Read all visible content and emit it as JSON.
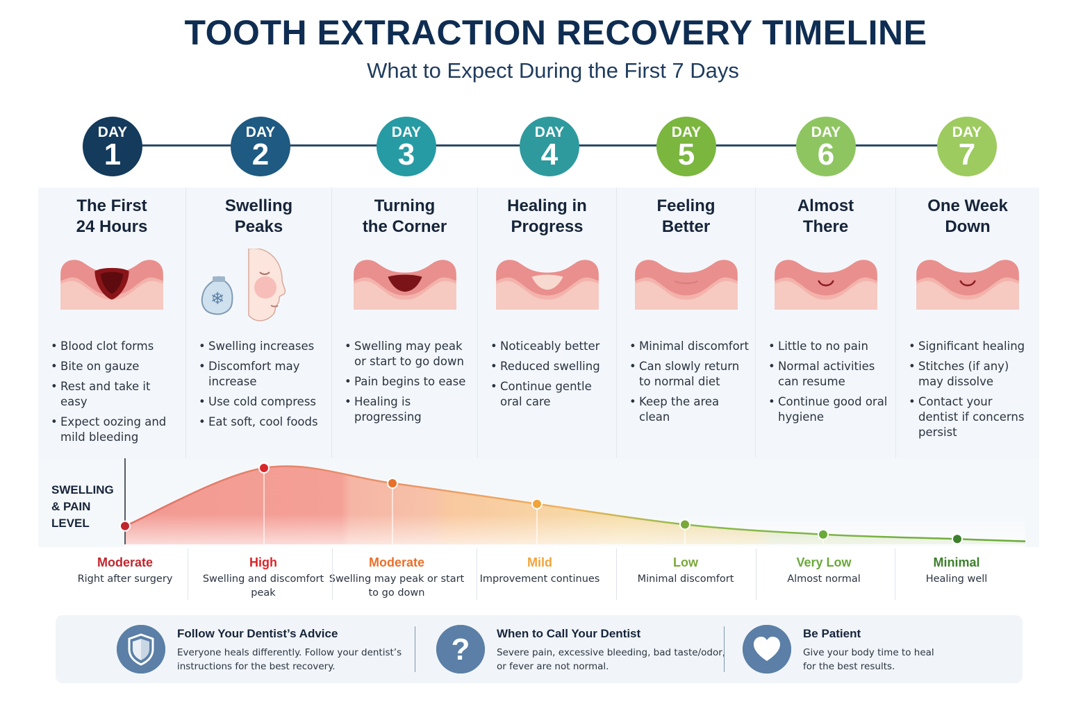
{
  "header": {
    "title": "TOOTH EXTRACTION RECOVERY TIMELINE",
    "subtitle": "What to Expect During the First 7 Days"
  },
  "colors": {
    "day1": "#143a5c",
    "day2": "#1e5a82",
    "day3": "#269ba3",
    "day4": "#2e9a9d",
    "day5": "#7bb63f",
    "day6": "#8ec561",
    "day7": "#9dcb5f"
  },
  "days": [
    {
      "day_word": "DAY",
      "number": "1",
      "title_lines": [
        "The First",
        "24 Hours"
      ],
      "illustration": "extraction-socket-fresh-icon",
      "bullets": [
        "Blood clot forms",
        "Bite on gauze",
        "Rest and take it easy",
        "Expect oozing and mild bleeding"
      ]
    },
    {
      "day_word": "DAY",
      "number": "2",
      "title_lines": [
        "Swelling",
        "Peaks"
      ],
      "illustration": "swollen-face-ice-pack-icon",
      "bullets": [
        "Swelling increases",
        "Discomfort may increase",
        "Use cold compress",
        "Eat soft, cool foods"
      ]
    },
    {
      "day_word": "DAY",
      "number": "3",
      "title_lines": [
        "Turning",
        "the Corner"
      ],
      "illustration": "extraction-socket-healing-icon",
      "bullets": [
        "Swelling may peak or start to go down",
        "Pain begins to ease",
        "Healing is progressing"
      ]
    },
    {
      "day_word": "DAY",
      "number": "4",
      "title_lines": [
        "Healing in",
        "Progress"
      ],
      "illustration": "gum-tissue-forming-icon",
      "bullets": [
        "Noticeably better",
        "Reduced swelling",
        "Continue gentle oral care"
      ]
    },
    {
      "day_word": "DAY",
      "number": "5",
      "title_lines": [
        "Feeling",
        "Better"
      ],
      "illustration": "gum-closing-icon",
      "bullets": [
        "Minimal discomfort",
        "Can slowly return to normal diet",
        "Keep the area clean"
      ]
    },
    {
      "day_word": "DAY",
      "number": "6",
      "title_lines": [
        "Almost",
        "There"
      ],
      "illustration": "gum-nearly-healed-icon",
      "bullets": [
        "Little to no pain",
        "Normal activities can resume",
        "Continue good oral hygiene"
      ]
    },
    {
      "day_word": "DAY",
      "number": "7",
      "title_lines": [
        "One Week",
        "Down"
      ],
      "illustration": "gum-healed-icon",
      "bullets": [
        "Significant healing",
        "Stitches (if any) may dissolve",
        "Contact your dentist if concerns persist"
      ]
    }
  ],
  "chart_data": {
    "type": "area",
    "title": "",
    "ylabel_lines": [
      "SWELLING",
      "& PAIN",
      "LEVEL"
    ],
    "points": [
      {
        "x": "Right after surgery",
        "y": 0.24,
        "level": "Moderate",
        "description": "Right after surgery",
        "color": "#c0262d"
      },
      {
        "x": "Day 2",
        "y": 1.0,
        "level": "High",
        "description": "Swelling and discomfort peak",
        "color": "#d9262a"
      },
      {
        "x": "Day 3",
        "y": 0.8,
        "level": "Moderate",
        "description": "Swelling may peak or start to go down",
        "color": "#e8702a"
      },
      {
        "x": "Day 4",
        "y": 0.53,
        "level": "Mild",
        "description": "Improvement continues",
        "color": "#f0a43a"
      },
      {
        "x": "Day 5",
        "y": 0.26,
        "level": "Low",
        "description": "Minimal discomfort",
        "color": "#7aa83a"
      },
      {
        "x": "Day 6",
        "y": 0.13,
        "level": "Very Low",
        "description": "Almost normal",
        "color": "#6aa93a"
      },
      {
        "x": "Day 7",
        "y": 0.07,
        "level": "Minimal",
        "description": "Healing well",
        "color": "#3d7f2c"
      }
    ],
    "ylim": [
      0,
      1
    ],
    "grid": false
  },
  "footer": {
    "tips": [
      {
        "icon": "shield-icon",
        "title": "Follow Your Dentist’s Advice",
        "desc": "Everyone heals differently. Follow your dentist’s instructions for the best recovery."
      },
      {
        "icon": "question-mark-icon",
        "title": "When to Call Your Dentist",
        "desc": "Severe pain, excessive bleeding, bad taste/odor, or fever are not normal."
      },
      {
        "icon": "heart-icon",
        "title": "Be Patient",
        "desc": "Give your body time to heal for the best results."
      }
    ]
  }
}
